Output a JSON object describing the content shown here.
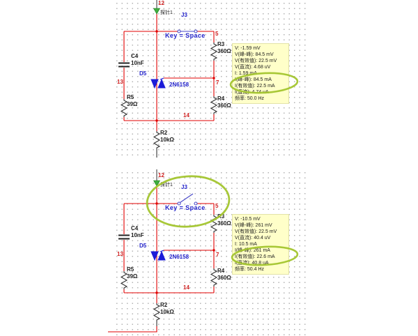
{
  "colors": {
    "wire_red": "#e00000",
    "component_blue": "#1c1cd8",
    "net_label_red": "#cf2121",
    "probe_green": "#3fae3f",
    "readout_bg": "#ffffc9",
    "annotation_green": "#a3c52e"
  },
  "panels": [
    {
      "state": "switch-closed",
      "labels": {
        "net12": "12",
        "probe": "探针1",
        "j3": "J3",
        "key": "Key = Space",
        "net5": "5",
        "r3": "R3",
        "r3v": "360Ω",
        "c4": "C4",
        "c4v": "10nF",
        "d5": "D5",
        "part": "2N6158",
        "net13": "13",
        "net7": "7",
        "r5": "R5",
        "r5v": "39Ω",
        "r4": "R4",
        "r4v": "360Ω",
        "net14": "14",
        "r2": "R2",
        "r2v": "10kΩ"
      },
      "measurements": [
        "V: -1.59 mV",
        "V(峰-峰): 84.5 mV",
        "V(有效值): 22.5 mV",
        "V(直流): 4.68 uV",
        "I: 1.59 mA",
        "I(峰-峰): 84.5 mA",
        "I(有效值): 22.5 mA",
        "I(直流): 4.74 uA",
        "频率: 50.0 Hz"
      ]
    },
    {
      "state": "switch-open",
      "labels": {
        "net12": "12",
        "probe": "探针1",
        "j3": "J3",
        "key": "Key = Space",
        "net5": "5",
        "r3": "R3",
        "r3v": "360Ω",
        "c4": "C4",
        "c4v": "10nF",
        "d5": "D5",
        "part": "2N6158",
        "net13": "13",
        "net7": "7",
        "r5": "R5",
        "r5v": "39Ω",
        "r4": "R4",
        "r4v": "360Ω",
        "net14": "14",
        "r2": "R2",
        "r2v": "10kΩ"
      },
      "measurements": [
        "V: -10.5 mV",
        "V(峰-峰): 261 mV",
        "V(有效值): 22.5 mV",
        "V(直流): 40.4 uV",
        "I: 10.5 mA",
        "I(峰-峰): 261 mA",
        "I(有效值): 22.6 mA",
        "I(直流): 40.8 uA",
        "频率: 50.4 Hz"
      ]
    }
  ]
}
